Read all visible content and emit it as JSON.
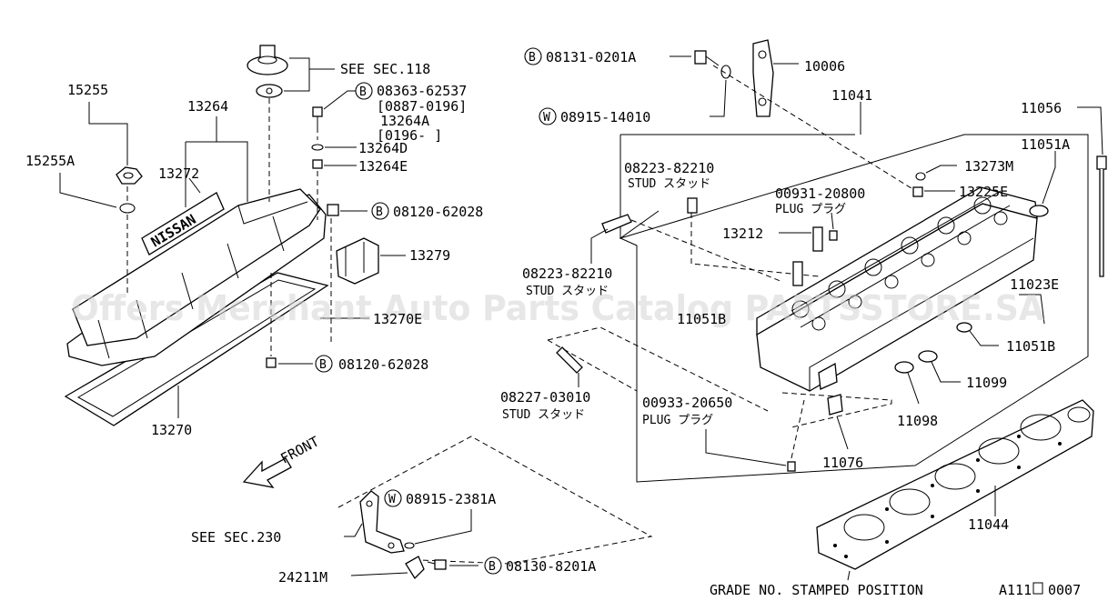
{
  "labels": {
    "p15255": "15255",
    "p15255a": "15255A",
    "p13264": "13264",
    "p13272": "13272",
    "see118": "SEE SEC.118",
    "b08363_62537": "08363-62537",
    "r0887_0196": "[0887-0196]",
    "p13264a": "13264A",
    "r0196": "[0196-      ]",
    "p13264d": "13264D",
    "p13264e": "13264E",
    "b08120_62028_top": "08120-62028",
    "p13279": "13279",
    "p13270e": "13270E",
    "b08120_62028_bot": "08120-62028",
    "p13270": "13270",
    "front": "FRONT",
    "w08915_2381a": "08915-2381A",
    "see230": "SEE SEC.230",
    "p24211m": "24211M",
    "b08130_8201a": "08130-8201A",
    "b08131_0201a": "08131-0201A",
    "w08915_14010": "08915-14010",
    "p10006": "10006",
    "p11041": "11041",
    "p11056": "11056",
    "p11051a": "11051A",
    "p13273m": "13273M",
    "p13225e": "13225E",
    "stud82210_top": "08223-82210",
    "stud_top_text": "STUD スタッド",
    "plug20800": "00931-20800",
    "plug20800_text": "PLUG プラグ",
    "p13212": "13212",
    "p11023e": "11023E",
    "stud82210_mid": "08223-82210",
    "stud_mid_text": "STUD スタッド",
    "p11051b_left": "11051B",
    "p11051b": "11051B",
    "p11099": "11099",
    "p11098": "11098",
    "stud03010": "08227-03010",
    "stud03010_text": "STUD スタッド",
    "plug20650": "00933-20650",
    "plug20650_text": "PLUG プラグ",
    "p11076": "11076",
    "p11044": "11044",
    "grade_note": "GRADE NO. STAMPED POSITION",
    "fig_code": "A111",
    "fig_num": "0007",
    "logo_text": "NISSAN",
    "watermark": "Offers Merchant Auto Parts Catalog PARTSSTORE.SA"
  },
  "markers": {
    "bolt": "B",
    "washer": "W"
  },
  "icons": {
    "front_arrow": "arrow-icon"
  }
}
